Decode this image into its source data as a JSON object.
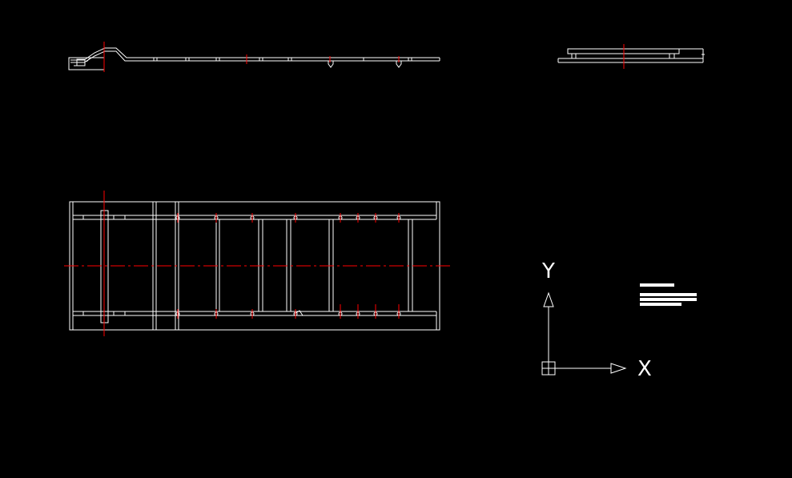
{
  "drawing": {
    "background_color": "#000000",
    "line_color": "#ffffff",
    "centerline_color": "#ff0000"
  },
  "views": {
    "side_elevation": {
      "label": ""
    },
    "end_elevation": {
      "label": ""
    },
    "plan_view": {
      "label": ""
    },
    "title_block": {
      "text_lines": 4
    }
  },
  "ucs": {
    "y_label": "Y",
    "x_label": "X",
    "origin_icon": "ucs-origin-square-icon",
    "y_arrow_icon": "arrow-up-icon",
    "x_arrow_icon": "arrow-right-icon"
  }
}
